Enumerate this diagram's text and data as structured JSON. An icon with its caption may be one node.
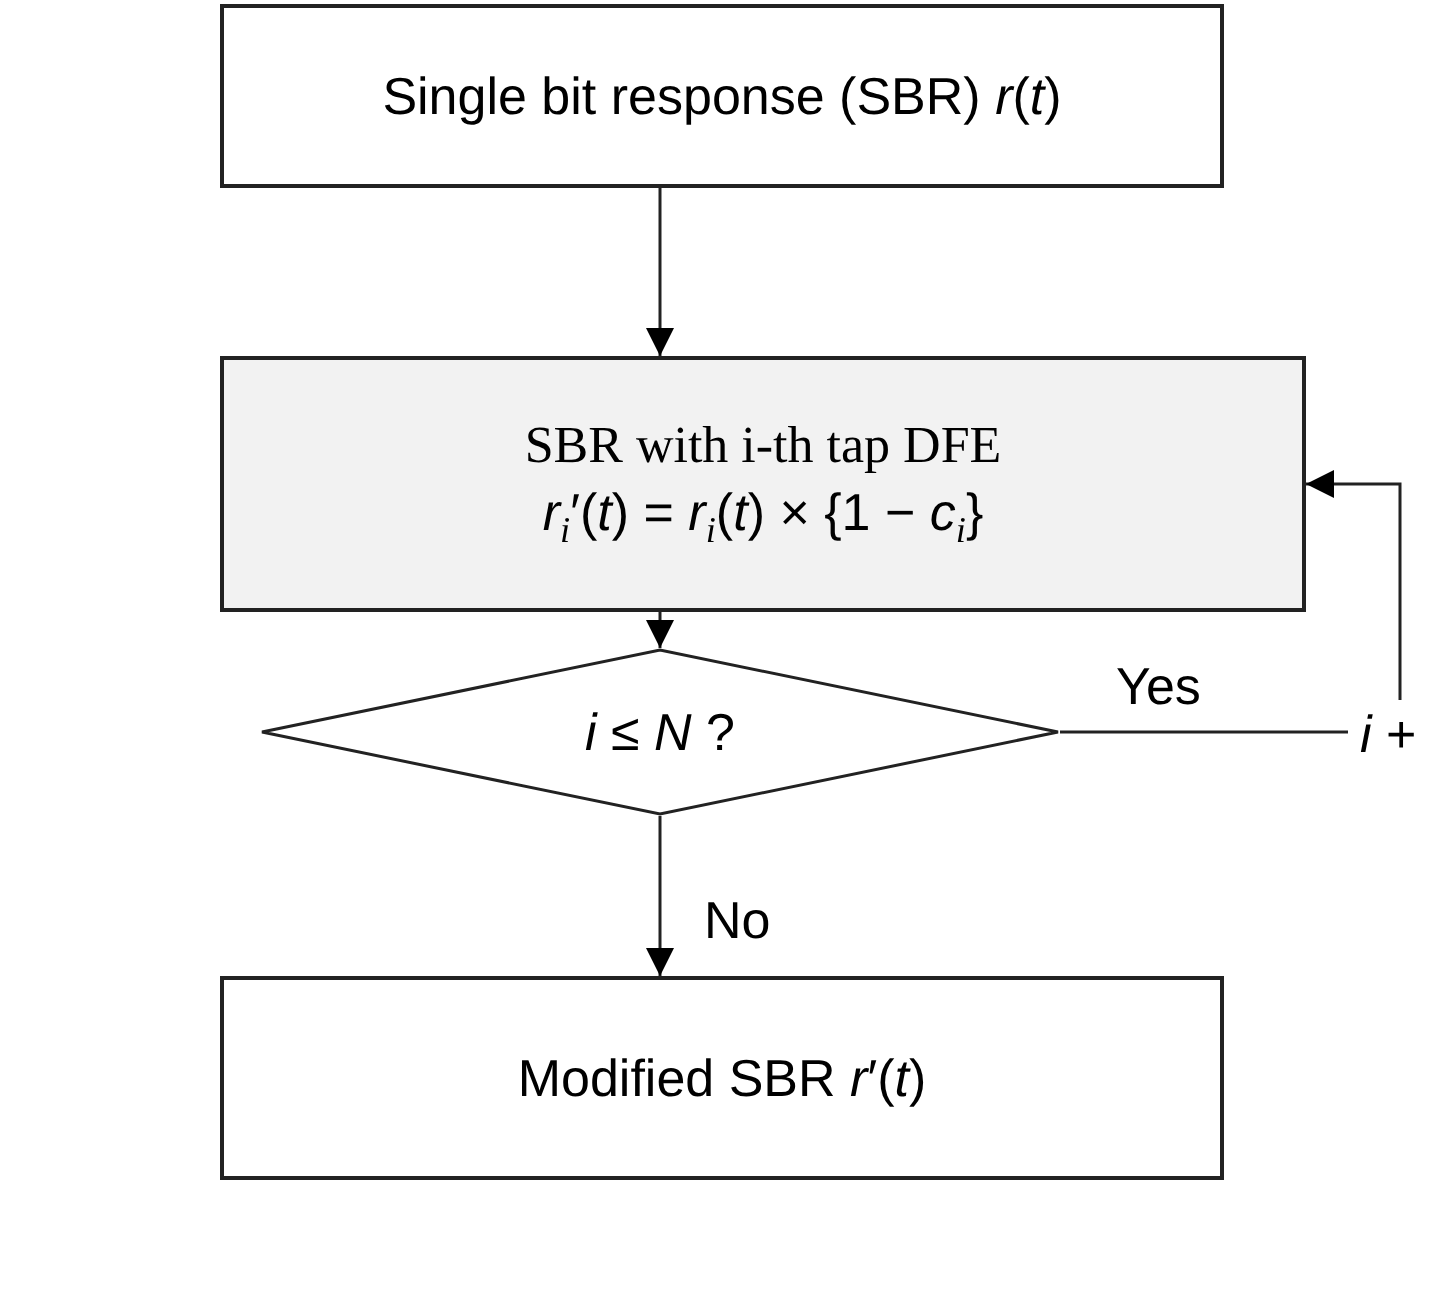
{
  "diagram": {
    "nodes": [
      {
        "text": [
          "Single bit response (SBR) *r*(*t*)"
        ]
      },
      {
        "text": [
          "SBR with i-th tap DFE",
          "*r*$_{i}$′(*t*) = *r*$_{i}$(*t*) × {1 − *c*$_{i}$}"
        ]
      },
      {
        "text": [
          "*i* ≤ *N* ?"
        ]
      },
      {
        "text": [
          "*i* +"
        ]
      },
      {
        "text": [
          "Modified SBR *r*′(*t*)"
        ]
      }
    ],
    "edges": [
      {
        "from": 0,
        "to": 1,
        "arrow": "to"
      },
      {
        "from": 1,
        "to": 2,
        "arrow": "to"
      },
      {
        "from": 2,
        "to": 3,
        "arrow": "none",
        "label": "Yes"
      },
      {
        "from": 3,
        "to": 1,
        "arrow": "to"
      },
      {
        "from": 2,
        "to": 4,
        "arrow": "to",
        "label": "No"
      }
    ]
  }
}
